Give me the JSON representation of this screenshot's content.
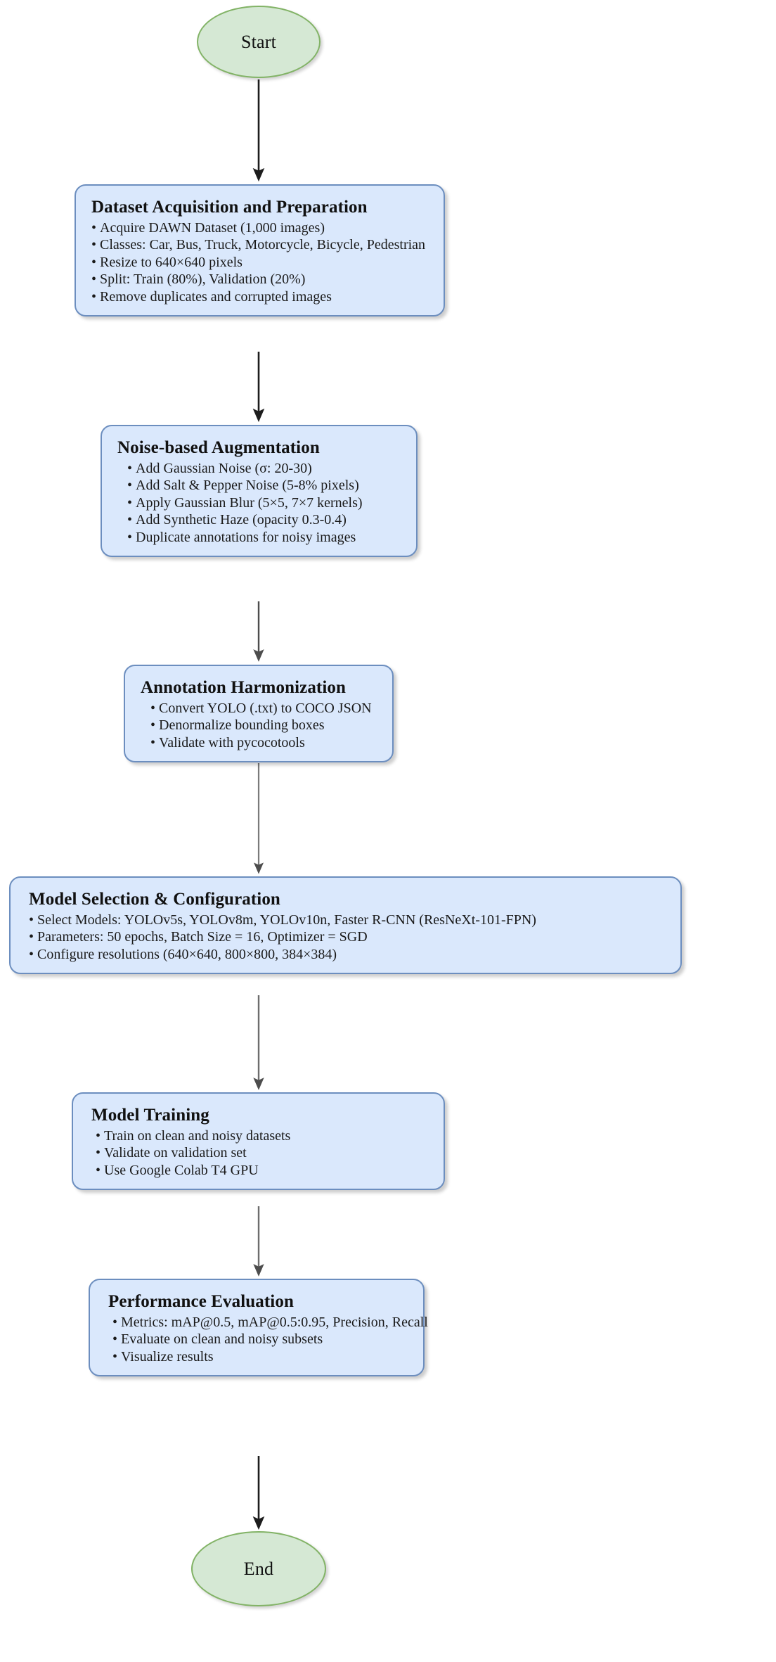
{
  "diagram": {
    "title": "Object detection research methodology flowchart",
    "colors": {
      "process_fill": "#dae8fc",
      "process_border": "#6c8ebf",
      "terminator_fill": "#d5e8d4",
      "terminator_border": "#82b366",
      "arrow": "#4d4d4d",
      "text": "#111111",
      "background": "#ffffff"
    },
    "bullet_glyph": "•"
  },
  "nodes": {
    "start": {
      "label": "Start",
      "shape": "ellipse"
    },
    "end": {
      "label": "End",
      "shape": "ellipse"
    },
    "dataset": {
      "title": "Dataset Acquisition and Preparation",
      "bullets": [
        "Acquire DAWN Dataset (1,000 images)",
        "Classes: Car, Bus, Truck, Motorcycle, Bicycle, Pedestrian",
        "Resize to 640×640 pixels",
        "Split: Train (80%), Validation (20%)",
        "Remove duplicates and corrupted images"
      ]
    },
    "augmentation": {
      "title": "Noise-based Augmentation",
      "bullets": [
        "Add Gaussian Noise (σ: 20-30)",
        "Add Salt & Pepper Noise (5-8% pixels)",
        "Apply Gaussian Blur (5×5, 7×7 kernels)",
        "Add Synthetic Haze (opacity 0.3-0.4)",
        "Duplicate annotations for noisy images"
      ]
    },
    "annotation": {
      "title": "Annotation Harmonization",
      "bullets": [
        "Convert YOLO (.txt) to COCO JSON",
        "Denormalize bounding boxes",
        "Validate with pycocotools"
      ]
    },
    "model_selection": {
      "title": "Model Selection & Configuration",
      "bullets": [
        "Select Models: YOLOv5s, YOLOv8m, YOLOv10n, Faster R-CNN (ResNeXt-101-FPN)",
        "Parameters: 50 epochs, Batch Size = 16, Optimizer = SGD",
        "Configure resolutions (640×640, 800×800, 384×384)"
      ]
    },
    "training": {
      "title": "Model Training",
      "bullets": [
        "Train on clean and noisy datasets",
        "Validate on validation set",
        "Use Google Colab T4 GPU"
      ]
    },
    "evaluation": {
      "title": "Performance Evaluation",
      "bullets": [
        "Metrics: mAP@0.5, mAP@0.5:0.95, Precision, Recall",
        "Evaluate on clean and noisy subsets",
        "Visualize results"
      ]
    }
  },
  "edges": [
    {
      "from": "start",
      "to": "dataset"
    },
    {
      "from": "dataset",
      "to": "augmentation"
    },
    {
      "from": "augmentation",
      "to": "annotation"
    },
    {
      "from": "annotation",
      "to": "model_selection"
    },
    {
      "from": "model_selection",
      "to": "training"
    },
    {
      "from": "training",
      "to": "evaluation"
    },
    {
      "from": "evaluation",
      "to": "end"
    }
  ]
}
